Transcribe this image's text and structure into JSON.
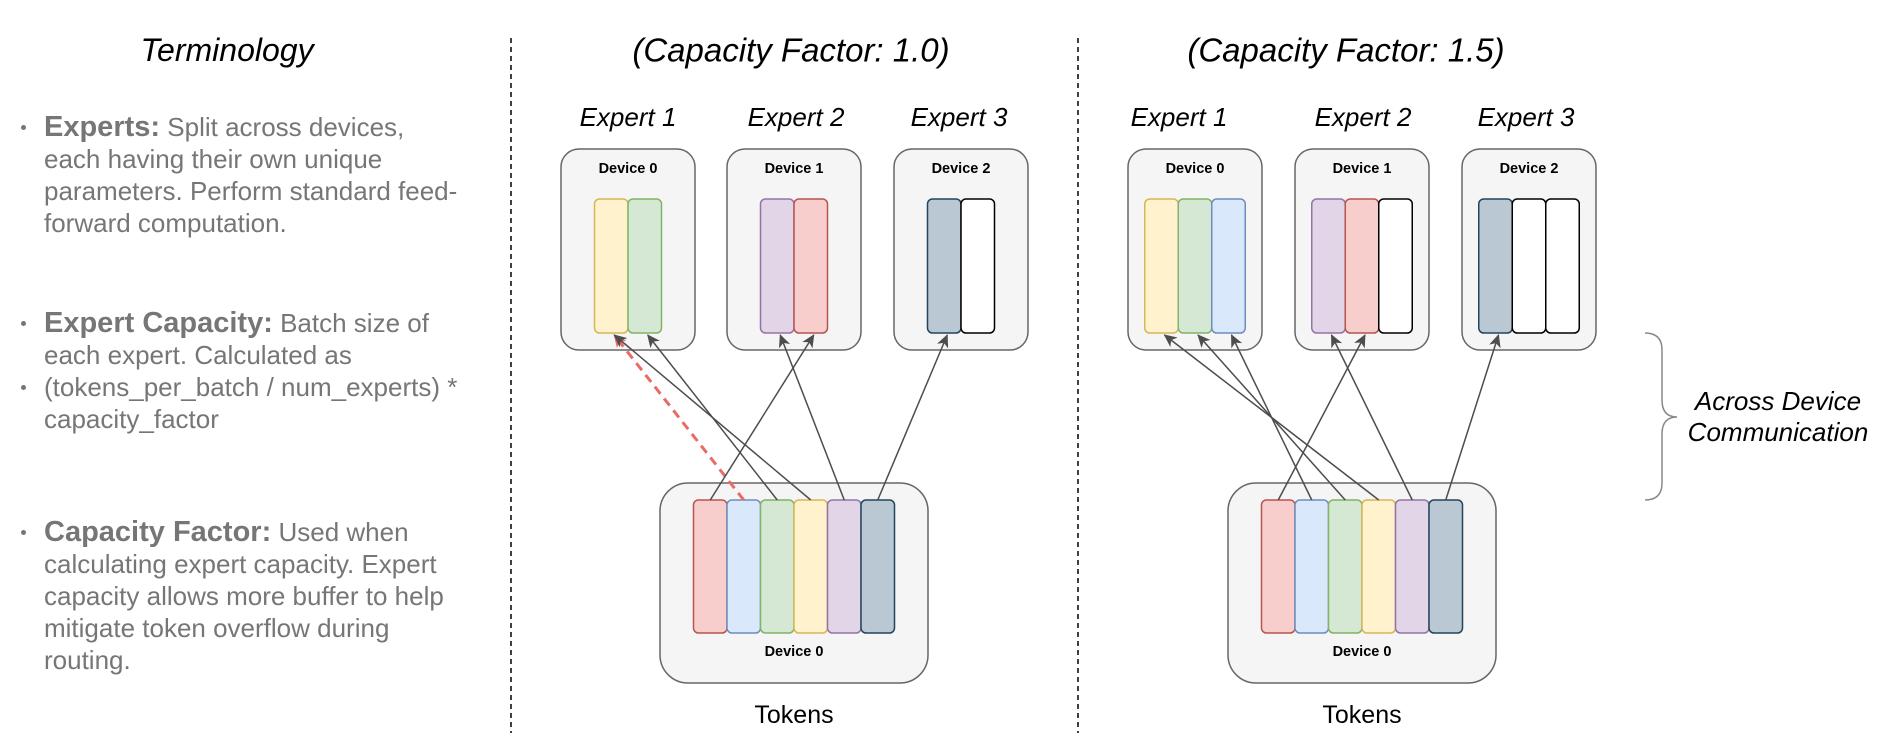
{
  "terminology": {
    "title": "Terminology",
    "items": [
      {
        "term": "Experts:",
        "lines": [
          "Split across devices,",
          "each having their own unique",
          "parameters. Perform standard feed-",
          "forward computation."
        ]
      },
      {
        "term": "Expert Capacity:",
        "lines": [
          "Batch size of",
          "each expert. Calculated as"
        ]
      },
      {
        "term": "",
        "lines": [
          "(tokens_per_batch / num_experts) *",
          "capacity_factor"
        ]
      },
      {
        "term": "Capacity Factor:",
        "lines": [
          "Used when",
          "calculating expert capacity. Expert",
          "capacity allows more buffer to help",
          "mitigate token overflow during",
          "routing."
        ]
      }
    ]
  },
  "panels": [
    {
      "title": "(Capacity Factor: 1.0)",
      "capacity_factor": 1.0,
      "experts": [
        {
          "label": "Expert 1",
          "device": "Device 0",
          "slots": [
            "yellow",
            "green"
          ]
        },
        {
          "label": "Expert 2",
          "device": "Device 1",
          "slots": [
            "purple",
            "red"
          ]
        },
        {
          "label": "Expert 3",
          "device": "Device 2",
          "slots": [
            "slate",
            "empty"
          ]
        }
      ],
      "tokens": {
        "device": "Device 0",
        "label": "Tokens",
        "colors": [
          "red",
          "blue",
          "green",
          "yellow",
          "purple",
          "slate"
        ]
      },
      "routes": [
        {
          "token": 0,
          "expert": 1,
          "slot": 1,
          "overflow": false
        },
        {
          "token": 1,
          "expert": 0,
          "slot": 0,
          "overflow": true
        },
        {
          "token": 2,
          "expert": 0,
          "slot": 1,
          "overflow": false
        },
        {
          "token": 3,
          "expert": 0,
          "slot": 0,
          "overflow": false
        },
        {
          "token": 4,
          "expert": 1,
          "slot": 0,
          "overflow": false
        },
        {
          "token": 5,
          "expert": 2,
          "slot": 0,
          "overflow": false
        }
      ]
    },
    {
      "title": "(Capacity Factor: 1.5)",
      "capacity_factor": 1.5,
      "experts": [
        {
          "label": "Expert 1",
          "device": "Device 0",
          "slots": [
            "yellow",
            "green",
            "blue"
          ]
        },
        {
          "label": "Expert 2",
          "device": "Device 1",
          "slots": [
            "purple",
            "red",
            "empty"
          ]
        },
        {
          "label": "Expert 3",
          "device": "Device 2",
          "slots": [
            "slate",
            "empty",
            "empty"
          ]
        }
      ],
      "tokens": {
        "device": "Device 0",
        "label": "Tokens",
        "colors": [
          "red",
          "blue",
          "green",
          "yellow",
          "purple",
          "slate"
        ]
      },
      "routes": [
        {
          "token": 0,
          "expert": 1,
          "slot": 1,
          "overflow": false
        },
        {
          "token": 1,
          "expert": 0,
          "slot": 2,
          "overflow": false
        },
        {
          "token": 2,
          "expert": 0,
          "slot": 1,
          "overflow": false
        },
        {
          "token": 3,
          "expert": 0,
          "slot": 0,
          "overflow": false
        },
        {
          "token": 4,
          "expert": 1,
          "slot": 0,
          "overflow": false
        },
        {
          "token": 5,
          "expert": 2,
          "slot": 0,
          "overflow": false
        }
      ]
    }
  ],
  "annotation": {
    "lines": [
      "Across Device",
      "Communication"
    ]
  },
  "palette": {
    "yellow": {
      "fill": "#fff2cc",
      "stroke": "#d6b656"
    },
    "green": {
      "fill": "#d5e8d4",
      "stroke": "#82b366"
    },
    "blue": {
      "fill": "#dae8fc",
      "stroke": "#6c8ebf"
    },
    "red": {
      "fill": "#f8cecc",
      "stroke": "#b85450"
    },
    "purple": {
      "fill": "#e1d5e7",
      "stroke": "#9673a6"
    },
    "slate": {
      "fill": "#bac8d3",
      "stroke": "#23445d"
    },
    "empty": {
      "fill": "#ffffff",
      "stroke": "#000000"
    },
    "device_box": {
      "fill": "#f5f5f5",
      "stroke": "#666666"
    },
    "route_line": "#4d4d4d",
    "overflow_line": "#ea6b66",
    "brace": "#888888",
    "body_text": "#767676"
  }
}
